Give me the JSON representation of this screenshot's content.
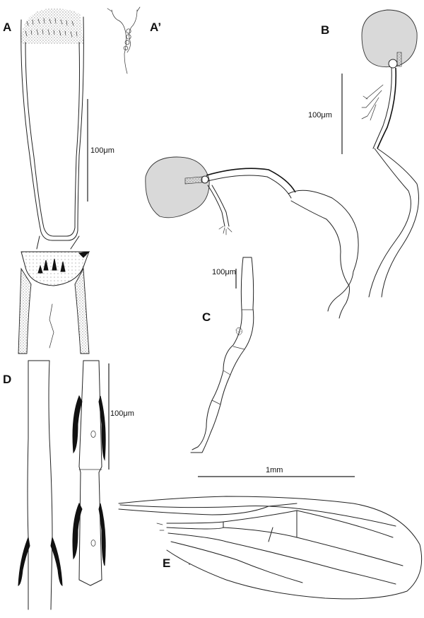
{
  "panels": {
    "A": "A",
    "A_prime": "A’",
    "B": "B",
    "C": "C",
    "D": "D",
    "E": "E"
  },
  "scale_bars": {
    "A": "100μm",
    "B": "100μm",
    "C": "100μm",
    "D": "100μm",
    "E": "1mm"
  }
}
